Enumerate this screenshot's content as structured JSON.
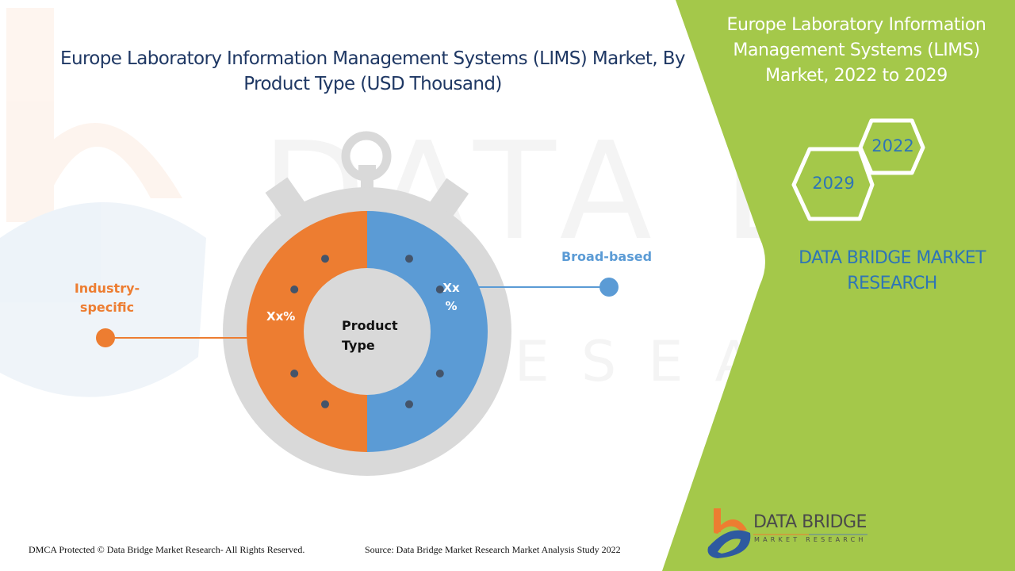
{
  "header": {
    "title_line1": "Europe Laboratory Information Management Systems (LIMS) Market, By",
    "title_line2": "Product Type (USD Thousand)"
  },
  "side_panel": {
    "title_line1": "Europe Laboratory Information",
    "title_line2": "Management Systems (LIMS)",
    "title_line3": "Market, 2022 to 2029",
    "hexagons": [
      {
        "label": "2022"
      },
      {
        "label": "2029"
      }
    ],
    "brand_line1": "DATA BRIDGE MARKET",
    "brand_line2": "RESEARCH",
    "logo_title": "DATA BRIDGE",
    "logo_subtitle": "MARKET RESEARCH",
    "color": "#a4c84a"
  },
  "chart_data": {
    "type": "pie",
    "title": "Europe Laboratory Information Management Systems (LIMS) Market, By Product Type (USD Thousand)",
    "center_label_line1": "Product",
    "center_label_line2": "Type",
    "segments": [
      {
        "name": "Industry-specific",
        "label_line1": "Xx%",
        "label_line2": "",
        "share": 50,
        "color": "#ed7d31"
      },
      {
        "name": "Broad-based",
        "label_line1": "Xx",
        "label_line2": "%",
        "share": 50,
        "color": "#5b9bd5"
      }
    ],
    "legend": [
      {
        "label_line1": "Industry-",
        "label_line2": "specific",
        "color": "#ed7d31",
        "placement": "left"
      },
      {
        "label_line1": "Broad-based",
        "label_line2": "",
        "color": "#5b9bd5",
        "placement": "right"
      }
    ]
  },
  "footer": {
    "copyright": "DMCA Protected © Data Bridge Market Research- All Rights Reserved.",
    "source": "Source: Data Bridge Market Research Market Analysis Study 2022"
  },
  "colors": {
    "title": "#1f3864",
    "brand_blue": "#2e75b6",
    "stopwatch_gray": "#d9d9d9",
    "tick_dot": "#44546a"
  }
}
